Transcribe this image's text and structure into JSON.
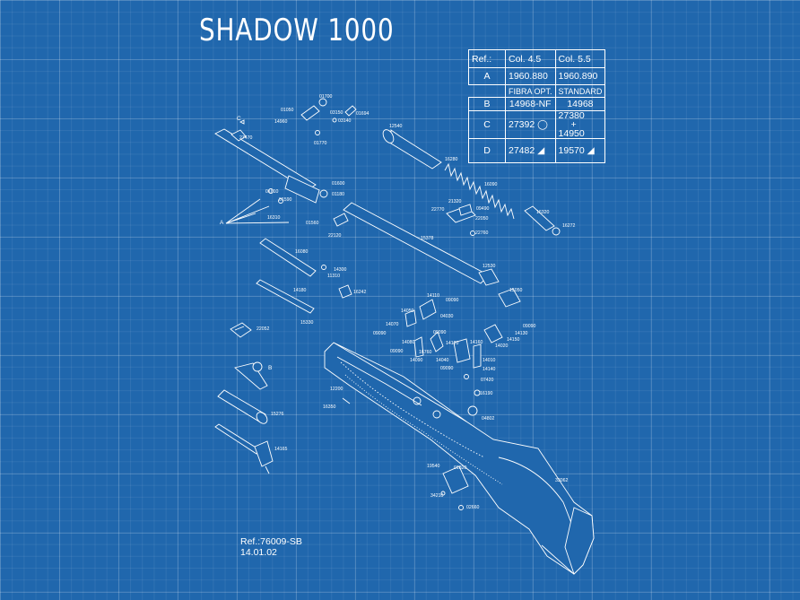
{
  "title": "SHADOW 1000",
  "ref_block": {
    "ref_line": "Ref.:76009-SB",
    "date_line": "14.01.02"
  },
  "spec_table": {
    "ref_label": "Ref.:",
    "col_a": "Col. 4.5",
    "col_b": "Col. 5.5",
    "row_a": {
      "label": "A",
      "a": "1960.880",
      "b": "1960.890"
    },
    "sub_a": "FIBRA OPT.",
    "sub_b": "STANDARD",
    "row_b": {
      "label": "B",
      "a": "14968-NF",
      "b": "14968"
    },
    "row_c": {
      "label": "C",
      "a": "27392",
      "b1": "27380",
      "plus": "+",
      "b2": "14950"
    },
    "row_d": {
      "label": "D",
      "a": "27482",
      "b": "19570"
    }
  },
  "part_numbers": {
    "p01700": "01700",
    "p01050": "01050",
    "p03150": "03150",
    "p01694": "01694",
    "p14960": "14960",
    "p03140": "03140",
    "p01770": "01770",
    "p12540": "12540",
    "p16280": "16280",
    "pC": "C",
    "p27470": "27470",
    "p16090": "16090",
    "p21320": "21320",
    "p22770": "22770",
    "p09490": "09490",
    "p22050": "22050",
    "p16320": "16320",
    "p16272": "16272",
    "p22760": "22760",
    "p01610": "01610",
    "p01600": "01600",
    "p01180": "01180",
    "p01590": "01590",
    "p16310": "16310",
    "p01560": "01560",
    "pA": "A",
    "p22120": "22120",
    "p15378": "15378",
    "p16080": "16080",
    "p14300": "14300",
    "p11310": "11310",
    "p12530": "12530",
    "p15050": "15050",
    "p14180": "14180",
    "p16242": "16242",
    "p15330": "15330",
    "p14110": "14110",
    "p09090a": "09090",
    "p14050": "14050",
    "p04030": "04030",
    "p14070": "14070",
    "p09090b": "09090",
    "p09090c": "09090",
    "p14130": "14130",
    "p14150": "14150",
    "p14160": "14160",
    "p14020": "14020",
    "p22052": "22052",
    "p14080": "14080",
    "p09090d": "09090",
    "p14120": "14120",
    "p16760": "16760",
    "p14090": "14090",
    "p14040": "14040",
    "p09090e": "09090",
    "p14010": "14010",
    "p09090f": "09090",
    "p14140": "14140",
    "p07420": "07420",
    "pB": "B",
    "p12200": "12200",
    "p16350": "16350",
    "p16190": "16190",
    "p04802": "04802",
    "p15276": "15276",
    "p14165": "14165",
    "p19540": "19540",
    "p01820": "01820",
    "p33062": "33062",
    "p34210": "34210",
    "p02660": "02660"
  }
}
